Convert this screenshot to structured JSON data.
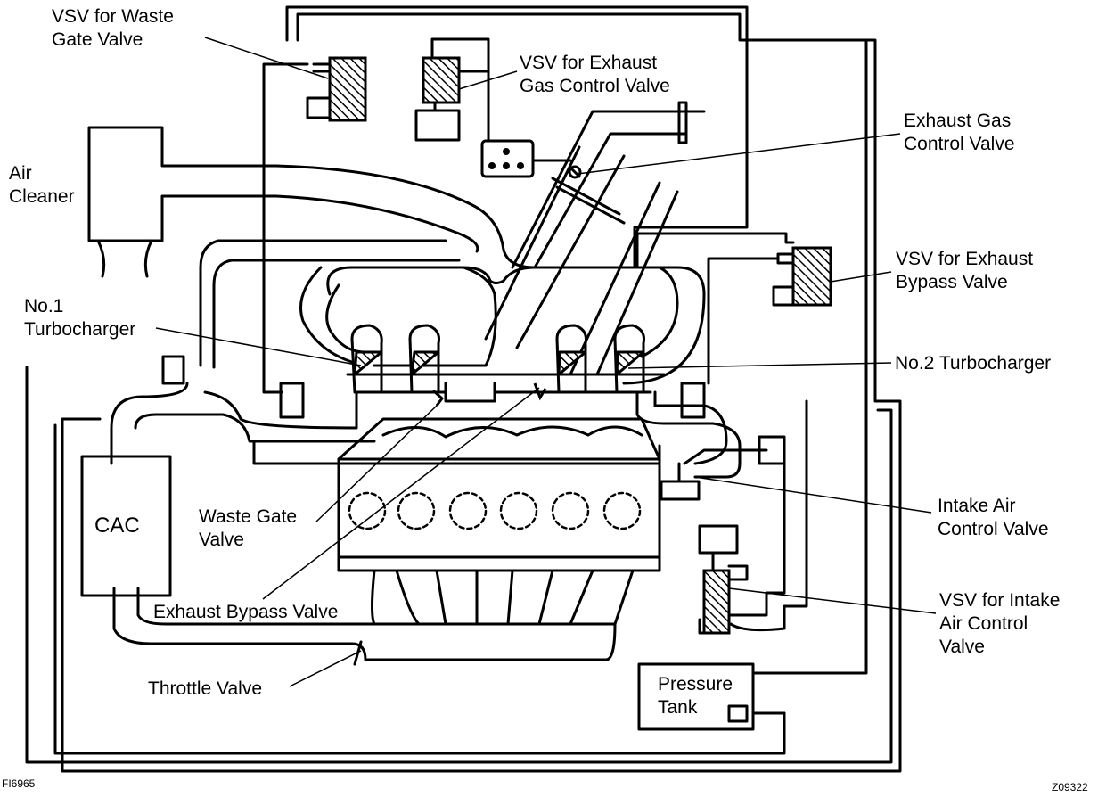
{
  "labels": {
    "vsv_waste_gate": "VSV for Waste\nGate Valve",
    "vsv_exhaust_gas_control": "VSV for Exhaust\nGas Control Valve",
    "exhaust_gas_control_valve": "Exhaust Gas\nControl Valve",
    "air_cleaner": "Air\nCleaner",
    "vsv_exhaust_bypass": "VSV for Exhaust\nBypass Valve",
    "no1_turbocharger": "No.1\nTurbocharger",
    "no2_turbocharger": "No.2 Turbocharger",
    "cac": "CAC",
    "waste_gate_valve": "Waste Gate\nValve",
    "intake_air_control_valve": "Intake Air\nControl Valve",
    "exhaust_bypass_valve": "Exhaust Bypass Valve",
    "vsv_intake_air_control": "VSV for Intake\nAir Control\nValve",
    "throttle_valve": "Throttle Valve",
    "pressure_tank": "Pressure\nTank"
  },
  "codes": {
    "figure_code": "FI6965",
    "image_code": "Z09322"
  }
}
